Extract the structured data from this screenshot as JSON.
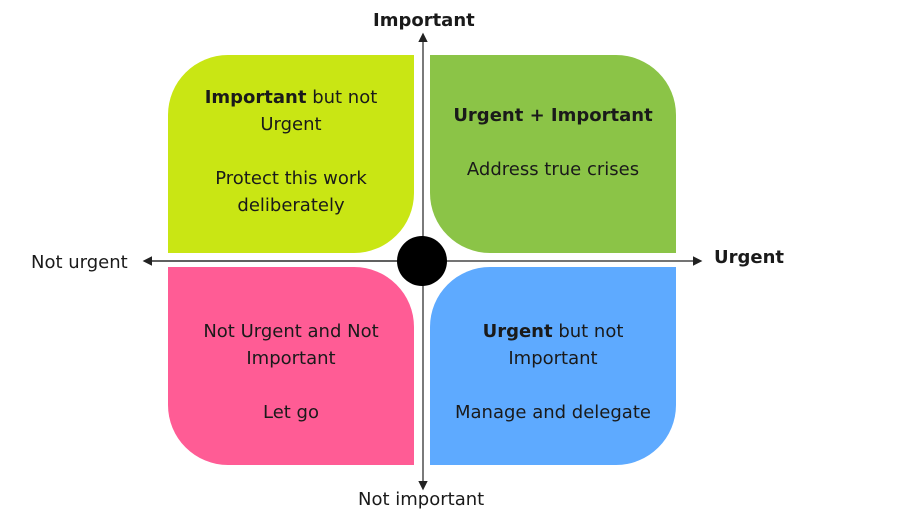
{
  "axes": {
    "top": "Important",
    "bottom": "Not important",
    "left": "Not urgent",
    "right": "Urgent"
  },
  "quadrants": {
    "top_left": {
      "title_bold": "Important",
      "title_rest": " but not Urgent",
      "action": "Protect this work deliberately",
      "color": "#c9e614"
    },
    "top_right": {
      "title_bold": "Urgent + Important",
      "title_rest": "",
      "action": "Address true crises",
      "color": "#8bc447"
    },
    "bottom_left": {
      "title_bold": "",
      "title_rest": "Not Urgent and Not Important",
      "action": "Let go",
      "color": "#ff5c95"
    },
    "bottom_right": {
      "title_bold": "Urgent",
      "title_rest": " but not Important",
      "action": "Manage and delegate",
      "color": "#5eaaff"
    }
  },
  "colors": {
    "axis": "#222222",
    "center": "#000000"
  }
}
